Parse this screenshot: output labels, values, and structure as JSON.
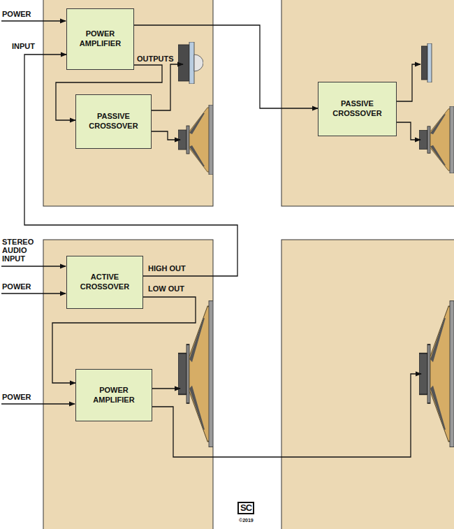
{
  "diagram": {
    "nodes": [
      {
        "text": [
          "POWER AMPLIFIER"
        ]
      },
      {
        "text": [
          "PASSIVE CROSSOVER"
        ]
      },
      {
        "text": [
          "PASSIVE CROSSOVER"
        ]
      },
      {
        "text": [
          "ACTIVE CROSSOVER"
        ]
      },
      {
        "text": [
          "POWER AMPLIFIER"
        ]
      }
    ],
    "edges": [
      {
        "from": 0,
        "to": 1,
        "arrow": "to"
      },
      {
        "from": 0,
        "to": 2,
        "arrow": "to"
      },
      {
        "from": 3,
        "to": 0,
        "label": "HIGH OUT",
        "arrow": "to"
      },
      {
        "from": 3,
        "to": 4,
        "label": "LOW OUT",
        "arrow": "to"
      }
    ],
    "labels": [
      "POWER",
      "INPUT",
      "OUTPUTS",
      "STEREO AUDIO INPUT",
      "POWER",
      "POWER",
      "SC",
      "©2019"
    ]
  }
}
